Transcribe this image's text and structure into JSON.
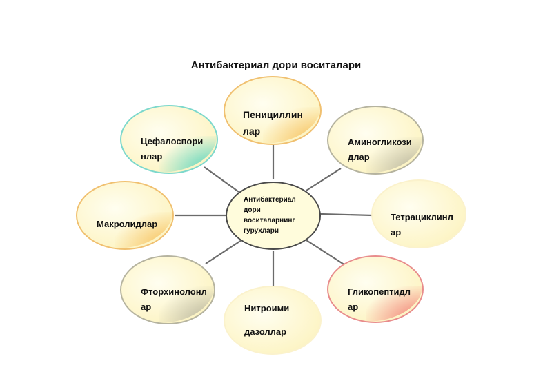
{
  "title": "Антибактериал дори воситалари",
  "center": {
    "label": "Антибактериал\nдори\nвоситаларнинг\nгурухлари"
  },
  "nodes": {
    "penicillin": {
      "label": "Пенициллин\nлар",
      "color": "#f5b74a"
    },
    "aminoglycoside": {
      "label": "Аминогликози\nдлар",
      "color": "#b9b8a8"
    },
    "tetracycline": {
      "label": "Тетрациклинл\nар",
      "color": "#fff6cc"
    },
    "glycopeptide": {
      "label": "Гликопептидл\nар",
      "color": "#f07070"
    },
    "nitroimidazole": {
      "label": "Нитроими\n\nдазоллар",
      "color": "#fff6cc"
    },
    "fluoroquinolone": {
      "label": "Фторхинолонл\nар",
      "color": "#b9b8a8"
    },
    "macrolide": {
      "label": "Макролидлар",
      "color": "#f5b74a"
    },
    "cephalosporin": {
      "label": "Цефалоспори\nнлар",
      "color": "#5fd6c8"
    }
  }
}
